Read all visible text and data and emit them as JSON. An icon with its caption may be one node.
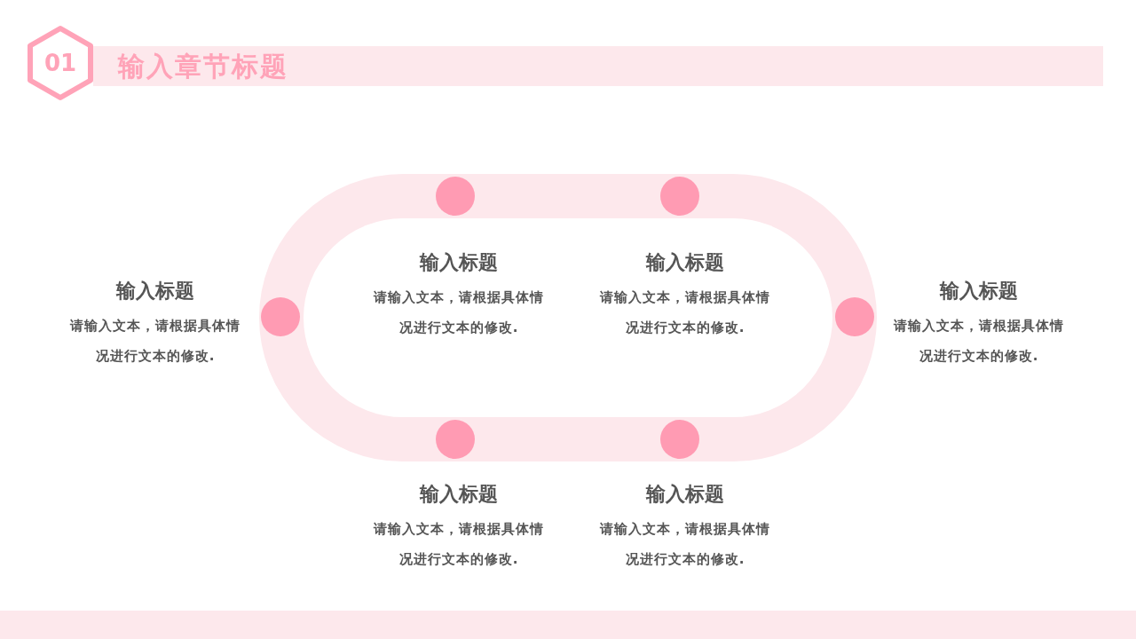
{
  "diagram": {
    "title": "输入章节标题",
    "nodes": [
      {
        "text": [
          "01"
        ]
      }
    ],
    "labels": [
      "输入标题",
      "请输入文本，请根据具体情况进行文本的修改.",
      "输入标题",
      "请输入文本，请根据具体情况进行文本的修改.",
      "输入标题",
      "请输入文本，请根据具体情况进行文本的修改.",
      "输入标题",
      "请输入文本，请根据具体情况进行文本的修改.",
      "输入标题",
      "请输入文本，请根据具体情况进行文本的修改.",
      "输入标题",
      "请输入文本，请根据具体情况进行文本的修改."
    ]
  }
}
